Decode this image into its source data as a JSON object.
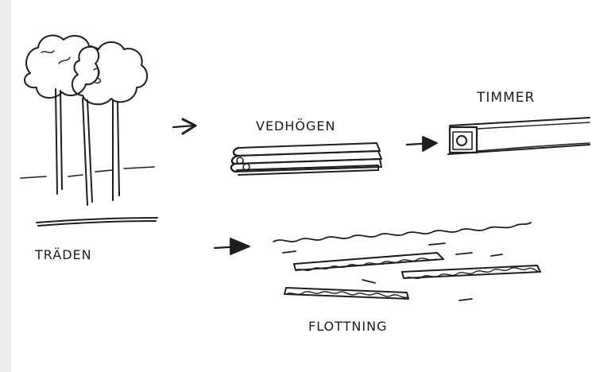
{
  "labels": {
    "trees": "TRÄDEN",
    "woodpile": "VEDHÖGEN",
    "timber": "TIMMER",
    "floating": "FLOTTNING"
  },
  "colors": {
    "paper": "#ffffff",
    "paper_edge": "#e9e9e9",
    "ink": "#1e1e1e"
  }
}
